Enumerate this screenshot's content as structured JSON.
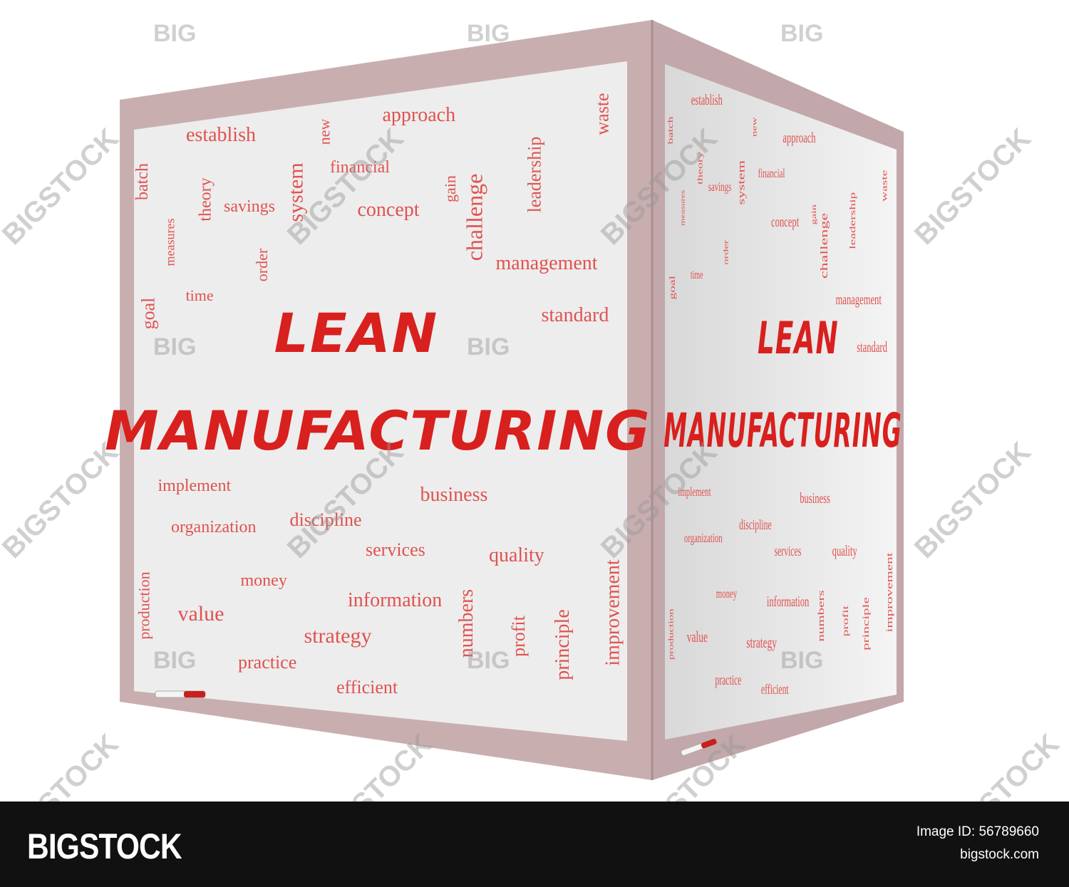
{
  "board": {
    "title_line1": "LEAN",
    "title_line2": "MANUFACTURING",
    "words": [
      "establish",
      "approach",
      "batch",
      "theory",
      "savings",
      "system",
      "new",
      "financial",
      "concept",
      "gain",
      "challenge",
      "leadership",
      "waste",
      "measures",
      "order",
      "time",
      "management",
      "goal",
      "standard",
      "implement",
      "business",
      "organization",
      "discipline",
      "services",
      "quality",
      "money",
      "information",
      "production",
      "value",
      "numbers",
      "profit",
      "principle",
      "improvement",
      "strategy",
      "practice",
      "efficient"
    ],
    "text_color": "#e0524f",
    "title_color": "#d8201e",
    "frame_color": "#c9aeb0",
    "board_color": "#ececec"
  },
  "watermarks": {
    "small": "BIG",
    "diagonal": "BIGSTOCK"
  },
  "footer": {
    "logo": "BIGSTOCK",
    "image_id": "Image ID: 56789660",
    "site": "bigstock.com"
  }
}
